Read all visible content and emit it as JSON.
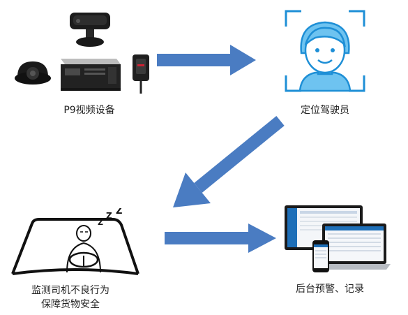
{
  "captions": {
    "devices": "P9视频设备",
    "locate_driver": "定位驾驶员",
    "monitor_line1": "监测司机不良行为",
    "monitor_line2": "保障货物安全",
    "backend": "后台预警、记录"
  },
  "colors": {
    "arrow": "#4a7cc2",
    "face_frame": "#1e8fd6",
    "face_fill": "#6ec3f0",
    "device_dark": "#1f1f1f",
    "screen_blue": "#1e6fb8"
  },
  "icons": [
    "camera-mount-icon",
    "dome-camera-icon",
    "video-recorder-icon",
    "driver-sensor-icon",
    "face-recognition-icon",
    "sleeping-driver-icon",
    "laptop-icon",
    "monitor-icon",
    "phone-icon"
  ]
}
